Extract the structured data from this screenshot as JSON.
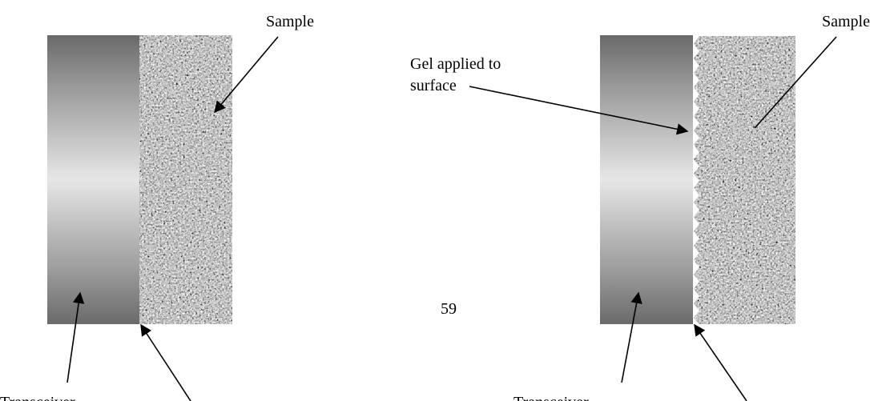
{
  "diagram": {
    "left_panel": {
      "sample_label": "Sample",
      "transceiver_label": "Transceiver"
    },
    "right_panel": {
      "sample_label": "Sample",
      "gel_label_line1": "Gel applied to",
      "gel_label_line2": "surface",
      "transceiver_label": "Transceiver"
    },
    "page_number": "59"
  },
  "colors": {
    "transceiver_edge": "#6a6a6a",
    "transceiver_center": "#e4e4e4",
    "sample_base": "#9a9a9a",
    "arrow": "#000000"
  }
}
